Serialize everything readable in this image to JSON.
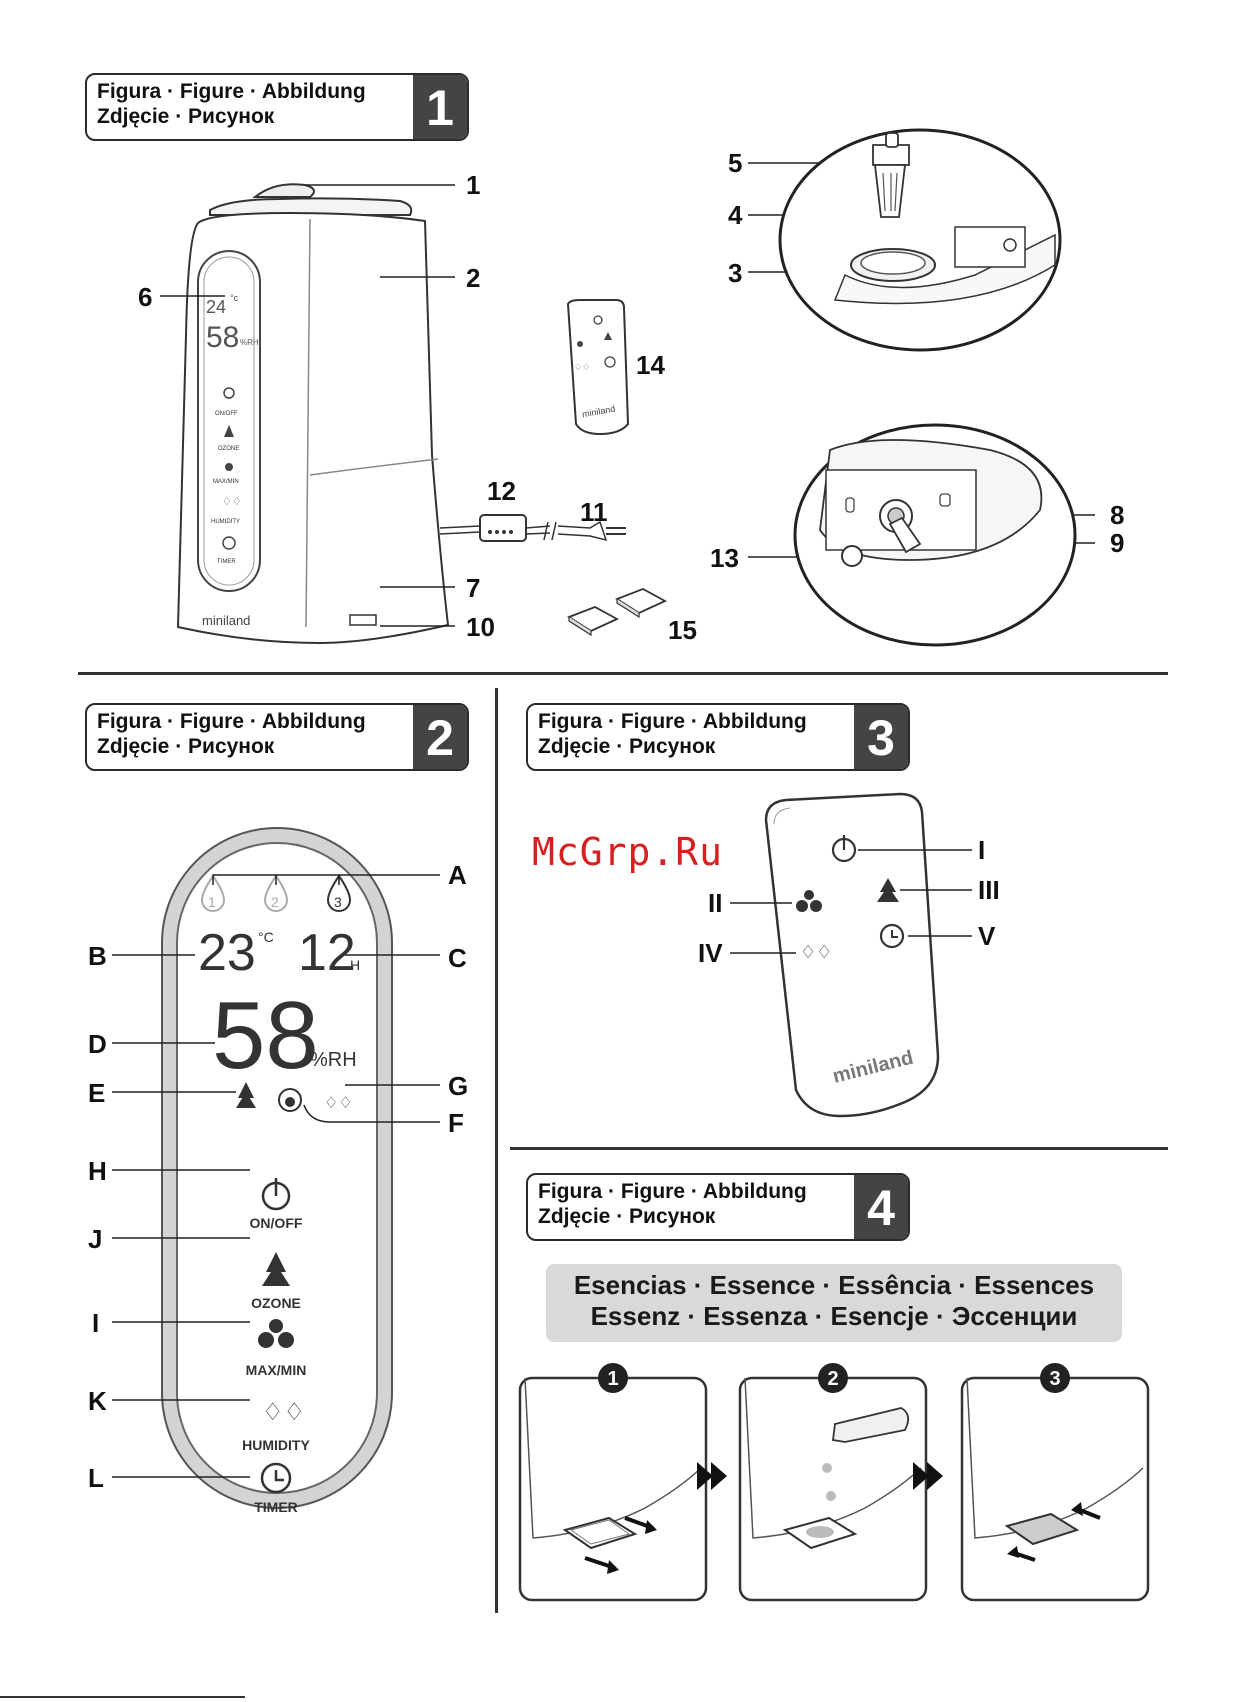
{
  "figures": [
    {
      "line1": "Figura · Figure · Abbildung",
      "line2": "Zdjęcie · Рисунок",
      "number": "1"
    },
    {
      "line1": "Figura · Figure · Abbildung",
      "line2": "Zdjęcie · Рисунок",
      "number": "2"
    },
    {
      "line1": "Figura · Figure · Abbildung",
      "line2": "Zdjęcie · Рисунок",
      "number": "3"
    },
    {
      "line1": "Figura · Figure · Abbildung",
      "line2": "Zdjęcie · Рисунок",
      "number": "4"
    }
  ],
  "fig1": {
    "callouts": [
      "1",
      "2",
      "3",
      "4",
      "5",
      "6",
      "7",
      "8",
      "9",
      "10",
      "11",
      "12",
      "13",
      "14",
      "15"
    ],
    "device_display": {
      "temp": "24",
      "temp_unit": "°c",
      "humidity": "58",
      "humidity_unit": "%RH"
    },
    "buttons": [
      "ON/OFF",
      "OZONE",
      "MAX/MIN",
      "HUMIDITY",
      "TIMER"
    ],
    "brand": "miniland"
  },
  "fig2": {
    "callouts": [
      "A",
      "B",
      "C",
      "D",
      "E",
      "F",
      "G",
      "H",
      "J",
      "I",
      "K",
      "L"
    ],
    "levels": [
      "1",
      "2",
      "3"
    ],
    "temp": "23",
    "temp_unit": "°C",
    "timer": "12",
    "timer_unit": "H",
    "humidity": "58",
    "humidity_unit": "%RH",
    "buttons": [
      "ON/OFF",
      "OZONE",
      "MAX/MIN",
      "HUMIDITY",
      "TIMER"
    ]
  },
  "fig3": {
    "callouts": [
      "I",
      "II",
      "III",
      "IV",
      "V"
    ],
    "brand": "miniland",
    "watermark": "McGrp.Ru"
  },
  "fig4": {
    "essences_line1": "Esencias · Essence · Essência · Essences",
    "essences_line2": "Essenz · Essenza · Esencje · Эссенции",
    "steps": [
      "1",
      "2",
      "3"
    ]
  }
}
